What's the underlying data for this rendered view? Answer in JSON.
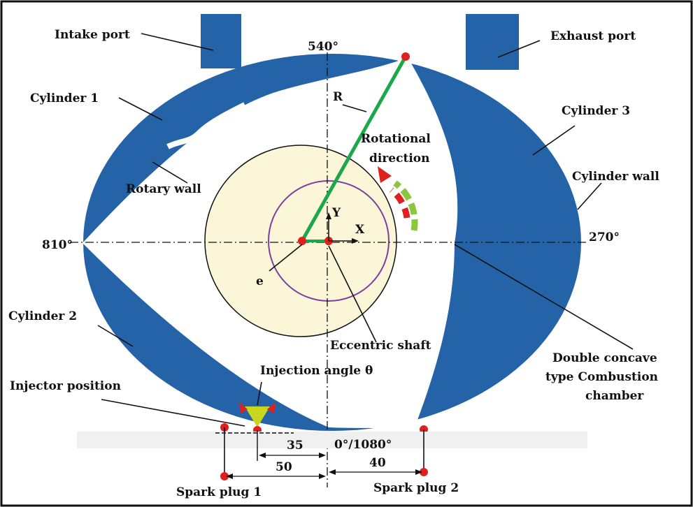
{
  "labels": {
    "intake_port": "Intake port",
    "exhaust_port": "Exhaust port",
    "cylinder_1": "Cylinder 1",
    "cylinder_2": "Cylinder 2",
    "cylinder_3": "Cylinder 3",
    "rotary_wall": "Rotary wall",
    "cylinder_wall": "Cylinder wall",
    "rotational_direction_1": "Rotational",
    "rotational_direction_2": "direction",
    "radius": "R",
    "eccentricity": "e",
    "eccentric_shaft": "Eccentric shaft",
    "axis_x": "X",
    "axis_y": "Y",
    "injection_angle": "Injection angle θ",
    "injector_position": "Injector position",
    "combustion_chamber_1": "Double concave",
    "combustion_chamber_2": "type Combustion",
    "combustion_chamber_3": "chamber",
    "spark_plug_1": "Spark plug 1",
    "spark_plug_2": "Spark plug 2"
  },
  "angles": {
    "top": "540°",
    "left": "810°",
    "right": "270°",
    "bottom": "0°/1080°"
  },
  "dimensions": {
    "injector_offset": "35",
    "spark_plug_1_offset": "50",
    "spark_plug_2_offset": "40"
  },
  "colors": {
    "chamber_blue": "#2563a8",
    "rotor_green": "#1aa84a",
    "marker_red": "#e0201c",
    "arrow_green": "#8cc63f",
    "gear_fill": "#fbf6d8",
    "gear_inner": "#7b3fa0",
    "injector_yellow": "#c8d61e"
  }
}
